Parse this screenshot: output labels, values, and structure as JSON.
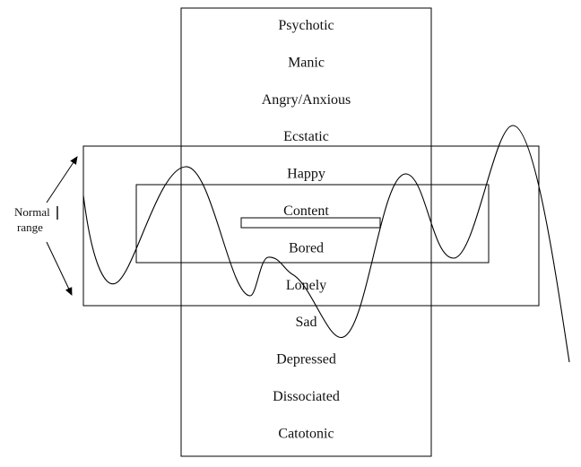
{
  "diagram": {
    "scale_labels": [
      "Psychotic",
      "Manic",
      "Angry/Anxious",
      "Ecstatic",
      "Happy",
      "Content",
      "Bored",
      "Lonely",
      "Sad",
      "Depressed",
      "Dissociated",
      "Catotonic"
    ],
    "side_label": {
      "line1": "Normal",
      "line2": "range"
    }
  }
}
